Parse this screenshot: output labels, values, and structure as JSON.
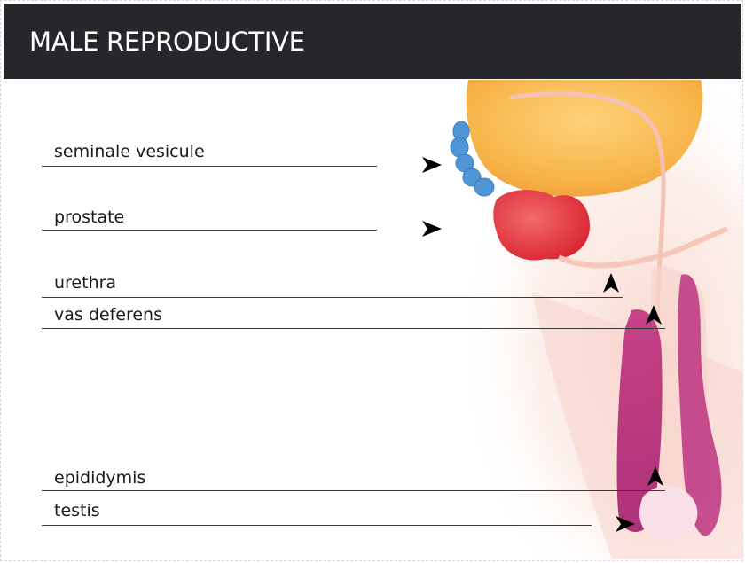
{
  "header": {
    "title": "MALE REPRODUCTIVE"
  },
  "labels": {
    "seminal_vesicle": "seminale vesicule",
    "prostate": "prostate",
    "urethra": "urethra",
    "vas_deferens": "vas deferens",
    "epididymis": "epididymis",
    "testis": "testis"
  },
  "colors": {
    "header_bg": "#25272b",
    "bladder": "#f7b54a",
    "seminal_vesicle": "#4f95d6",
    "prostate": "#e0313a",
    "testis": "#b8287a"
  }
}
